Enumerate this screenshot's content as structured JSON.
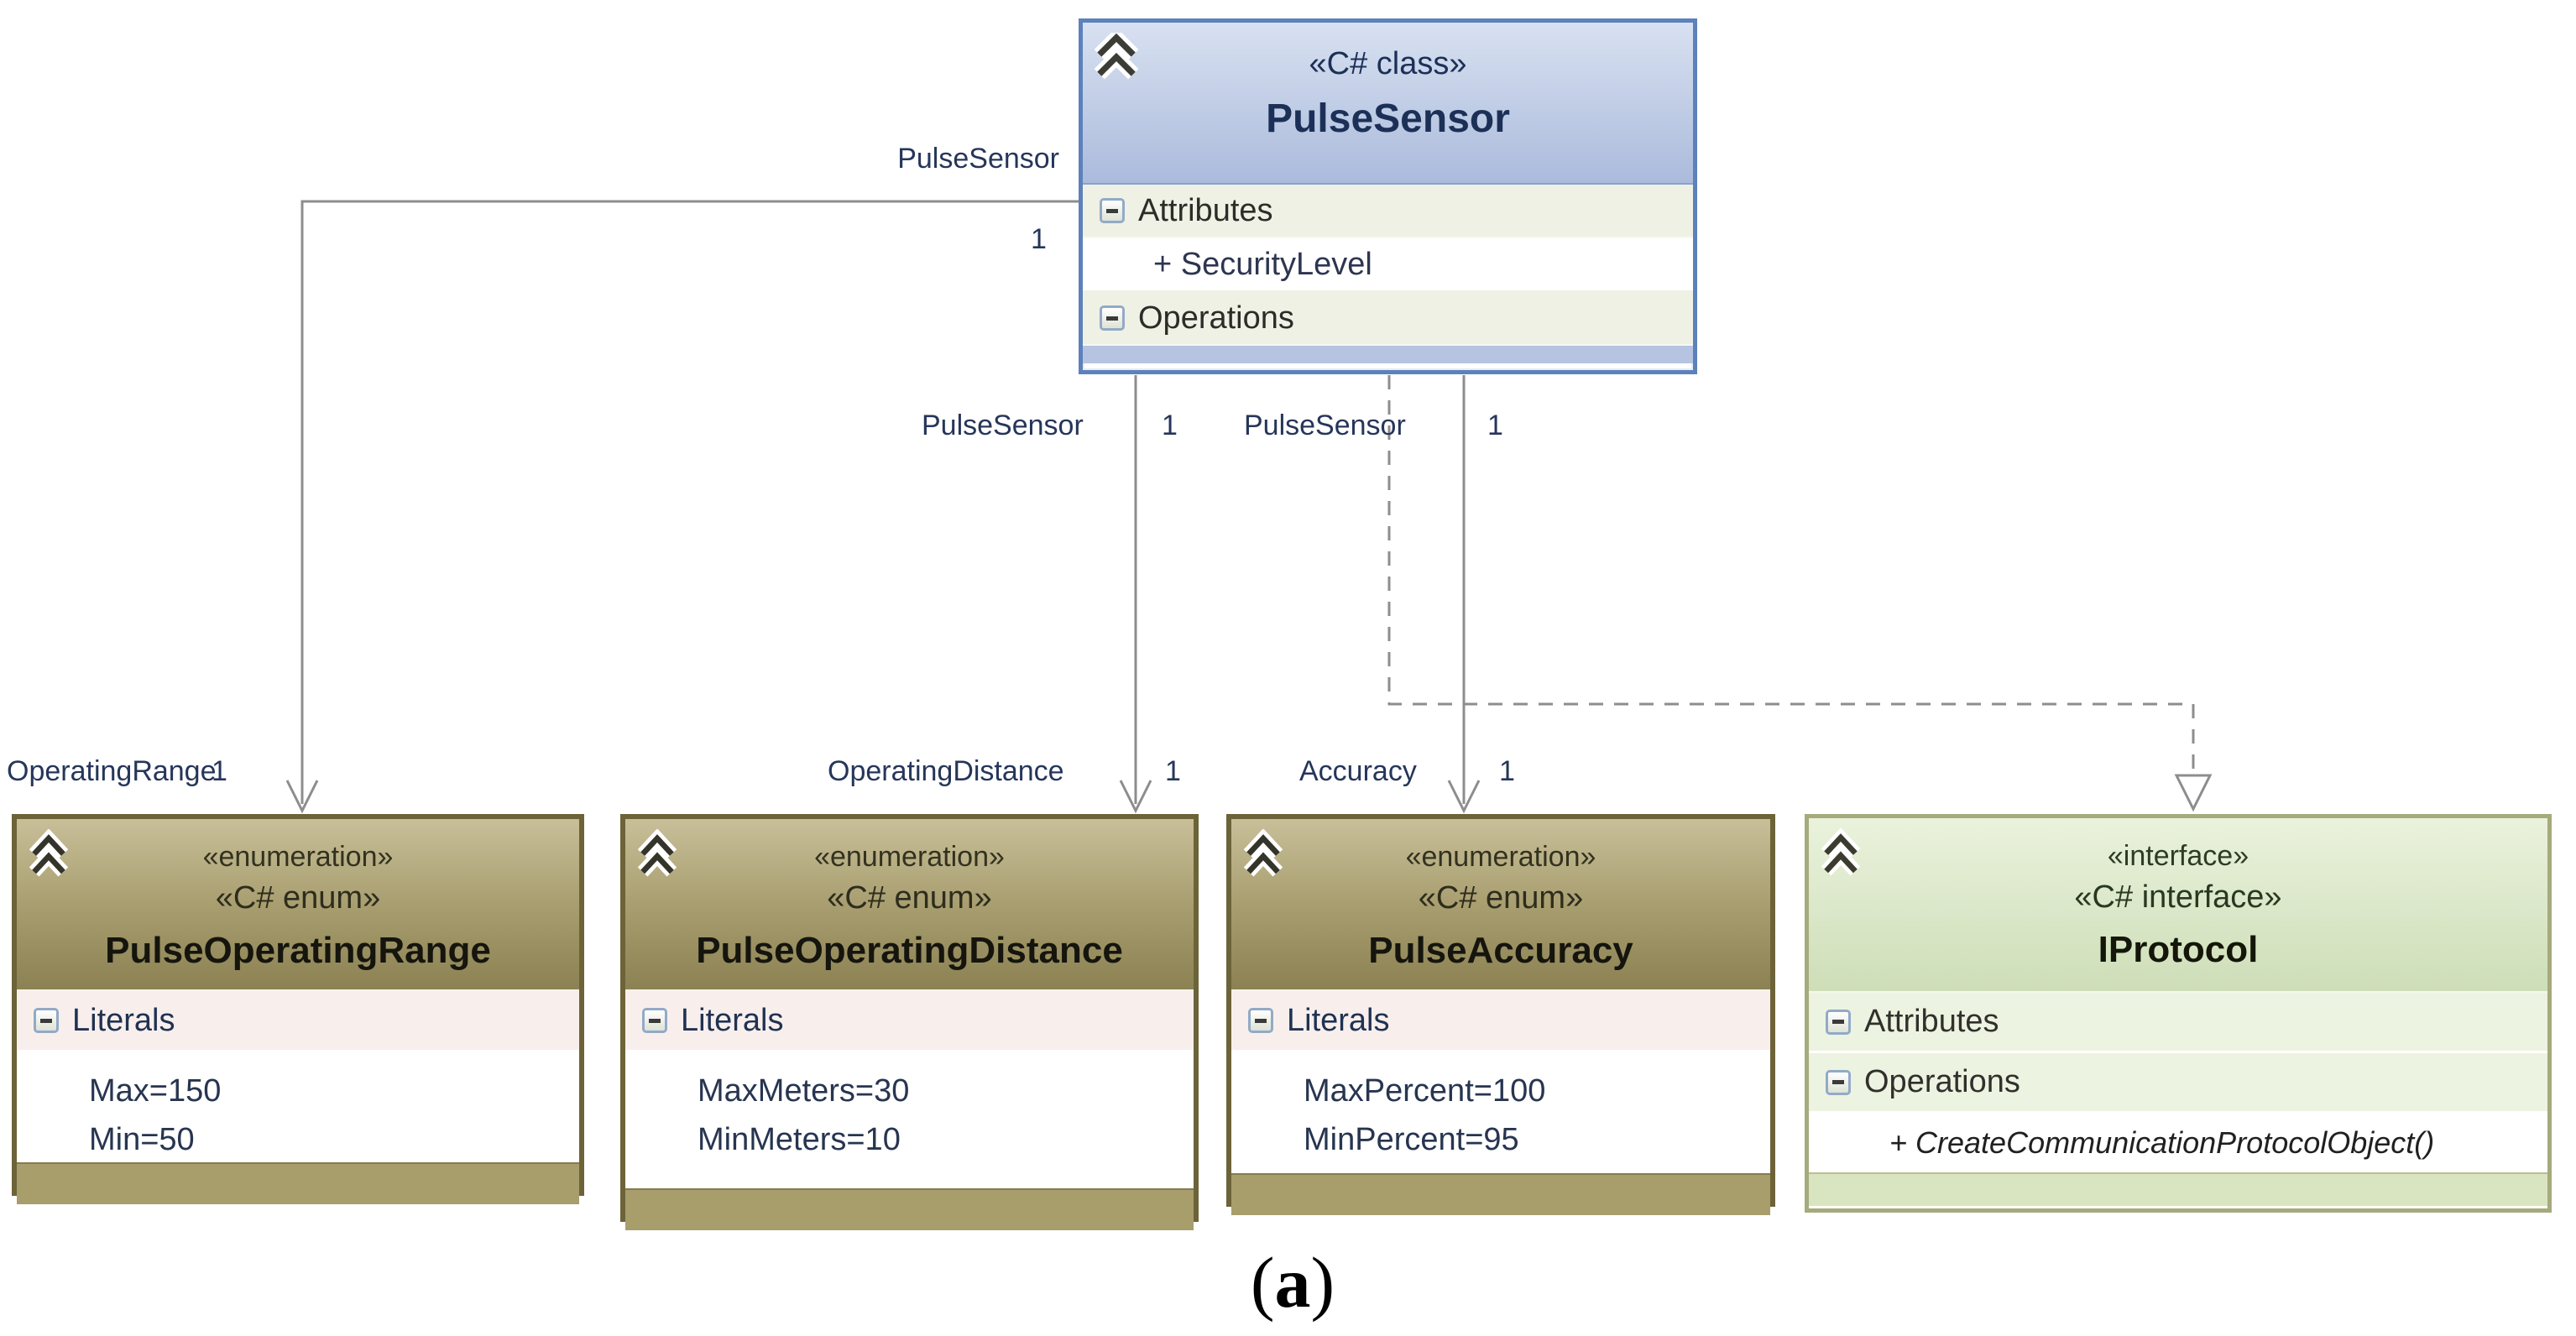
{
  "diagram": {
    "caption": {
      "open": "(",
      "letter": "a",
      "close": ")"
    },
    "colors": {
      "class_accent": "#5d81ba",
      "enum_accent": "#6d6339",
      "interface_accent": "#a6aa7d",
      "connector": "#8d8d8d",
      "edge_label_text": "#26365a"
    },
    "nodes": {
      "sensor": {
        "stereotype": "«C# class»",
        "name": "PulseSensor",
        "attributes_label": "Attributes",
        "attributes": [
          "+ SecurityLevel"
        ],
        "operations_label": "Operations"
      },
      "range": {
        "stereotype1": "«enumeration»",
        "stereotype2": "«C# enum»",
        "name": "PulseOperatingRange",
        "literals_label": "Literals",
        "literals": [
          "Max=150",
          "Min=50"
        ]
      },
      "distance": {
        "stereotype1": "«enumeration»",
        "stereotype2": "«C# enum»",
        "name": "PulseOperatingDistance",
        "literals_label": "Literals",
        "literals": [
          "MaxMeters=30",
          "MinMeters=10"
        ]
      },
      "accuracy": {
        "stereotype1": "«enumeration»",
        "stereotype2": "«C# enum»",
        "name": "PulseAccuracy",
        "literals_label": "Literals",
        "literals": [
          "MaxPercent=100",
          "MinPercent=95"
        ]
      },
      "protocol": {
        "stereotype1": "«interface»",
        "stereotype2": "«C# interface»",
        "name": "IProtocol",
        "attributes_label": "Attributes",
        "operations_label": "Operations",
        "operations": [
          "+ CreateCommunicationProtocolObject()"
        ]
      }
    },
    "edges": {
      "range": {
        "role": "PulseSensor",
        "role_mult": "1",
        "target": "OperatingRange",
        "target_mult": "1"
      },
      "distance": {
        "role": "PulseSensor",
        "role_mult": "1",
        "target": "OperatingDistance",
        "target_mult": "1"
      },
      "accuracy": {
        "role": "PulseSensor",
        "role_mult": "1",
        "target": "Accuracy",
        "target_mult": "1"
      }
    }
  }
}
